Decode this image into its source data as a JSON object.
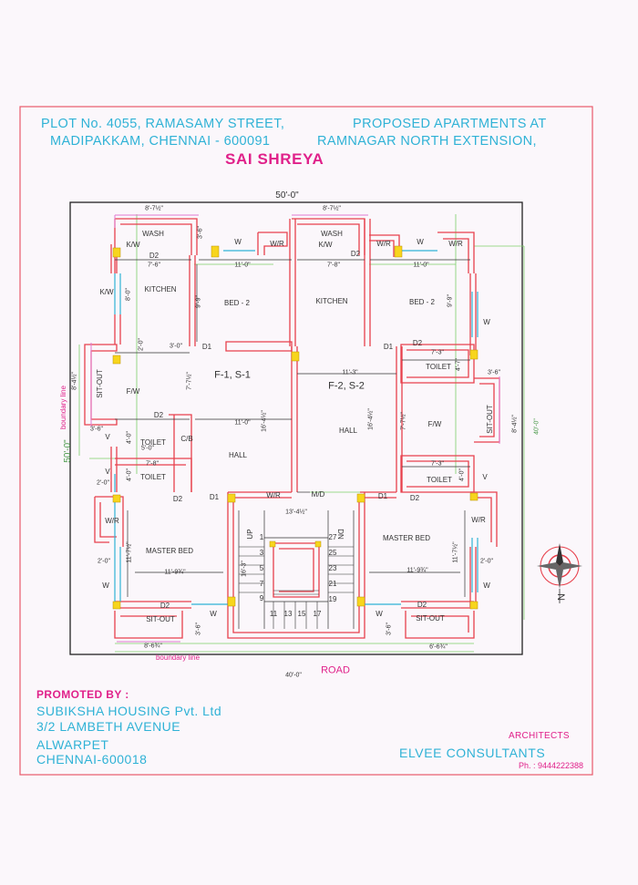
{
  "header": {
    "plot_line1": "PLOT No. 4055, RAMASAMY STREET,",
    "plot_line2": "MADIPAKKAM, CHENNAI - 600091",
    "proposal_line1": "PROPOSED APARTMENTS AT",
    "proposal_line2": "RAMNAGAR NORTH EXTENSION,",
    "project_name": "SAI SHREYA"
  },
  "plan": {
    "top_width": "50'-0\"",
    "side_depth": "50'-0\"",
    "boundary_line_left": "boundary line",
    "boundary_line_bottom": "boundary line",
    "bottom_width": "40'-0\"",
    "right_depth": "40'-0\"",
    "road": "ROAD",
    "flat1": "F-1, S-1",
    "flat2": "F-2, S-2",
    "rooms": {
      "wash": "WASH",
      "kw": "K/W",
      "kitchen": "KITCHEN",
      "bed2": "BED - 2",
      "toilet": "TOILET",
      "sitout": "SIT-OUT",
      "fw": "F/W",
      "hall": "HALL",
      "cb": "C/B",
      "master_bed": "MASTER BED",
      "wr": "W/R",
      "w": "W",
      "v": "V",
      "md": "M/D",
      "d1": "D1",
      "d2": "D2",
      "up": "UP",
      "dn": "DN"
    },
    "dims": {
      "d8_7": "8'-7½\"",
      "d3_6": "3'-6\"",
      "d7_6": "7'-6\"",
      "d11_0": "11'-0\"",
      "d7_8": "7'-8\"",
      "d8_0": "8'-0\"",
      "d9_9": "9'-9\"",
      "d2_0": "2'-0\"",
      "d3_0": "3'-0\"",
      "d7_3": "7'-3\"",
      "d4_7": "4'-7\"",
      "d8_4": "8'-4½\"",
      "d7_7": "7'-7½\"",
      "d11_3": "11'-3\"",
      "d16_4": "16'-4½\"",
      "d5_0": "5'-0\"",
      "d4_0": "4'-0\"",
      "d13_4": "13'-4½\"",
      "d11_7": "11'-7½\"",
      "d11_9": "11'-9¾\"",
      "d8_6": "8'-6¾\"",
      "d6_6": "6'-6¾\"",
      "d16_3": "16'-3\""
    },
    "steps": [
      "1",
      "3",
      "5",
      "7",
      "9",
      "11",
      "13",
      "15",
      "17",
      "19",
      "21",
      "23",
      "25",
      "27"
    ],
    "north": "N"
  },
  "footer": {
    "promoted_by": "PROMOTED BY :",
    "company": "SUBIKSHA HOUSING Pvt. Ltd",
    "addr1": "3/2 LAMBETH AVENUE",
    "addr2": "ALWARPET",
    "addr3": "CHENNAI-600018",
    "architects": "ARCHITECTS",
    "consultants": "ELVEE CONSULTANTS",
    "phone": "Ph. : 9444222388"
  }
}
